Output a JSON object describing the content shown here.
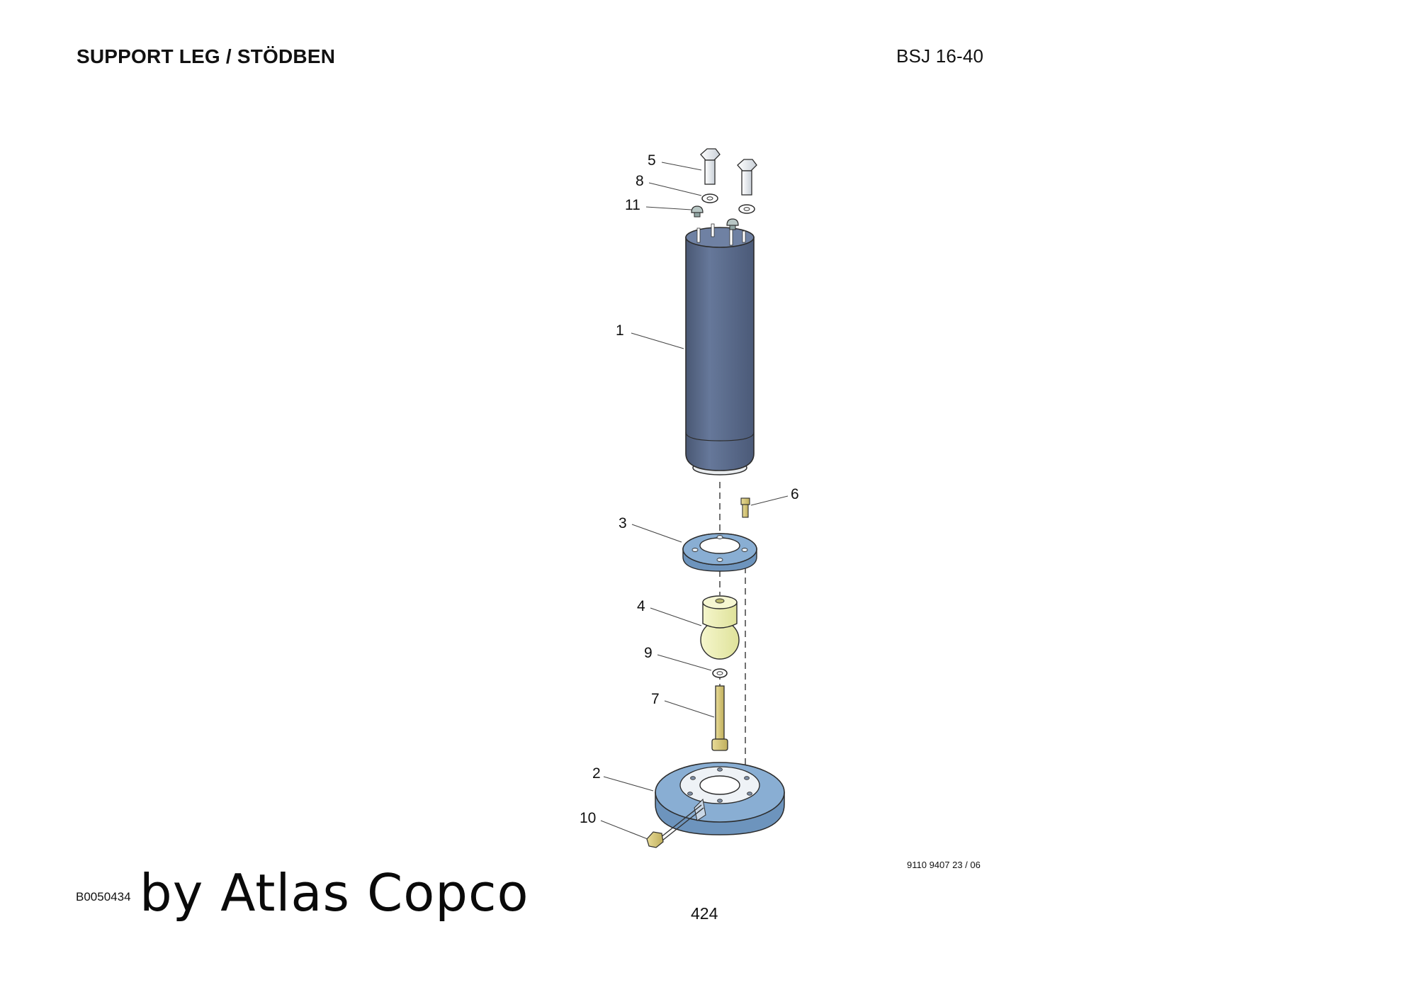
{
  "header": {
    "title": "SUPPORT LEG / STÖDBEN",
    "model": "BSJ 16-40"
  },
  "callouts": [
    {
      "id": "c1",
      "label": "1"
    },
    {
      "id": "c2",
      "label": "2"
    },
    {
      "id": "c3",
      "label": "3"
    },
    {
      "id": "c4",
      "label": "4"
    },
    {
      "id": "c5",
      "label": "5"
    },
    {
      "id": "c6",
      "label": "6"
    },
    {
      "id": "c7",
      "label": "7"
    },
    {
      "id": "c8",
      "label": "8"
    },
    {
      "id": "c9",
      "label": "9"
    },
    {
      "id": "c10",
      "label": "10"
    },
    {
      "id": "c11",
      "label": "11"
    }
  ],
  "footer": {
    "doc_number": "9110 9407 23 / 06",
    "image_code": "B0050434",
    "watermark": "by Atlas Copco",
    "page_number": "424"
  },
  "colors": {
    "cylinder": "#5f6f8c",
    "plate": "#7fa6cf",
    "ball_joint": "#eef0b4",
    "brass": "#d7c77a",
    "steel": "#e8ecf0",
    "outline": "#2c2c2c"
  }
}
